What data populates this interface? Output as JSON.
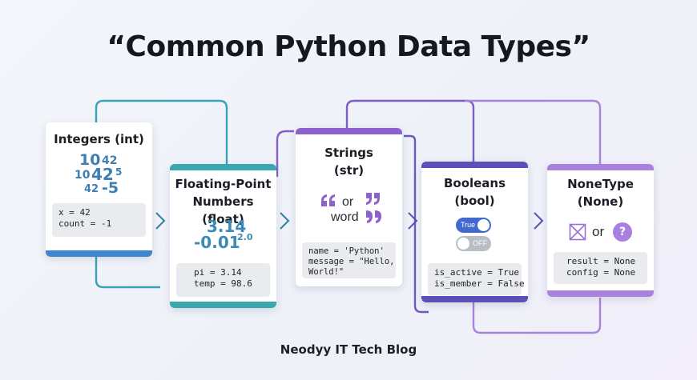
{
  "title": "“Common Python Data Types”",
  "footer": "Neodyy IT Tech Blog",
  "colors": {
    "int_blue": "#3e86d0",
    "float_teal": "#3aa7b0",
    "str_purple": "#8e62cd",
    "bool_indigo": "#5b4fb8",
    "none_violet": "#a982df"
  },
  "cards": {
    "int": {
      "title": "Integers (int)",
      "numbers": [
        "10",
        "42",
        "10",
        "42",
        "5",
        "42",
        "-5"
      ],
      "code": [
        "x = 42",
        "count = -1"
      ]
    },
    "float": {
      "title_line1": "Floating-Point",
      "title_line2": "Numbers (float)",
      "value1": "3.14",
      "value2": "-0.01",
      "exponent": "2.0",
      "code": [
        "pi = 3.14",
        "temp = 98.6"
      ]
    },
    "str": {
      "title_line1": "Strings",
      "title_line2": "(str)",
      "or": "or",
      "word": "word",
      "open_quote_icon": "open-quote-icon",
      "close_quote_icon": "close-quote-icon",
      "code": [
        "name = 'Python'",
        "message = \"Hello,",
        "World!\""
      ]
    },
    "bool": {
      "title_line1": "Booleans",
      "title_line2": "(bool)",
      "toggle_on_label": "True",
      "toggle_off_label": "OFF",
      "code": [
        "is_active = True",
        "is_member = False"
      ]
    },
    "none": {
      "title_line1": "NoneType",
      "title_line2": "(None)",
      "or": "or",
      "question": "?",
      "code": [
        "result = None",
        "config = None"
      ]
    }
  }
}
